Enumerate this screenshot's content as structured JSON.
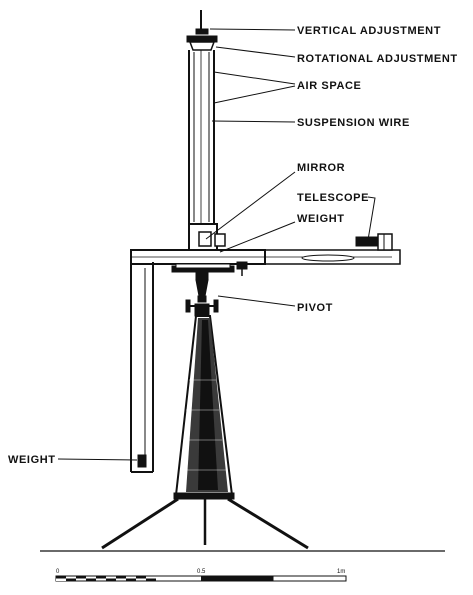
{
  "labels": {
    "vertical_adjustment": "VERTICAL ADJUSTMENT",
    "rotational_adjustment": "ROTATIONAL ADJUSTMENT",
    "air_space": "AIR SPACE",
    "suspension_wire": "SUSPENSION WIRE",
    "mirror": "MIRROR",
    "telescope": "TELESCOPE",
    "weight_upper": "WEIGHT",
    "pivot": "PIVOT",
    "weight_lower": "WEIGHT"
  },
  "scale": {
    "left": "0",
    "middle": "0.5",
    "right": "1m"
  }
}
